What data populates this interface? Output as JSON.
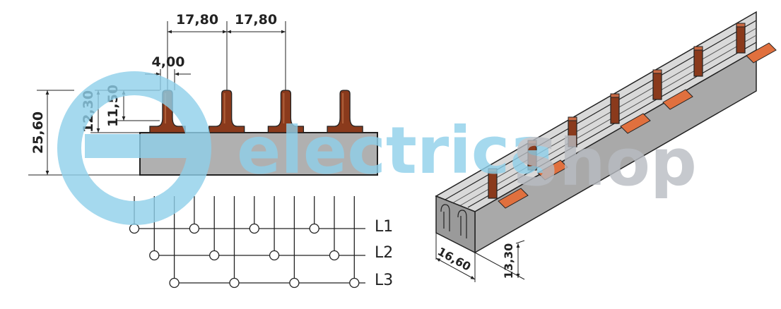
{
  "watermark": {
    "brand_part1": "electrica",
    "brand_part2": "Shop",
    "color_blue": "#8fd0ea",
    "color_gray": "#b8bcc2"
  },
  "front_view": {
    "pitch_1": "17,80",
    "pitch_2": "17,80",
    "pin_width": "4,00",
    "total_height": "25,60",
    "pin_height_with_foot": "12,30",
    "pin_height": "11,50",
    "pin_count": 4
  },
  "schematic": {
    "phases": [
      "L1",
      "L2",
      "L3"
    ],
    "connections_per_phase": 4
  },
  "iso_view": {
    "width": "16,60",
    "height": "13,30"
  },
  "colors": {
    "copper": "#8a3a1c",
    "copper_light": "#e0703e",
    "housing": "#a9a9a9",
    "line": "#222222"
  }
}
